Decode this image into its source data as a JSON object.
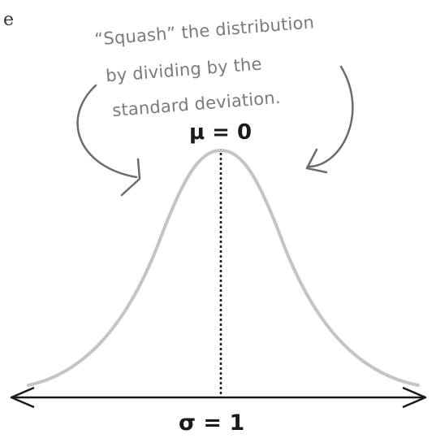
{
  "page": {
    "fragment_text": "e"
  },
  "annotation": {
    "line1": "“Squash” the distribution",
    "line2": "by dividing by the",
    "line3": "standard deviation."
  },
  "labels": {
    "mean": "μ = 0",
    "sd": "σ = 1"
  },
  "colors": {
    "curve": "#c8c8c8",
    "arrows_annotation": "#6b6b6b",
    "axis": "#1a1a1a",
    "mean_line": "#1a1a1a"
  },
  "icons": {
    "left_arrow": "curved-arrow-left-icon",
    "right_arrow": "curved-arrow-right-icon",
    "axis_arrows": "double-headed-arrow-icon"
  }
}
